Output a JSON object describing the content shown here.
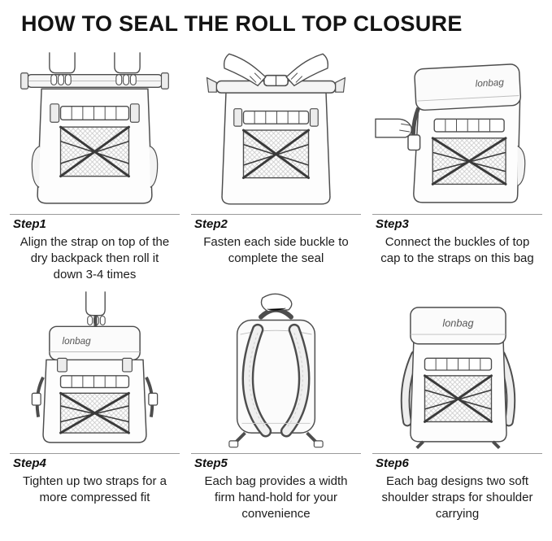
{
  "title": "HOW TO SEAL THE ROLL TOP CLOSURE",
  "brand_logo": "lonbag",
  "steps": [
    {
      "label": "Step1",
      "description": "Align the strap on top of the dry backpack then roll it down 3-4 times"
    },
    {
      "label": "Step2",
      "description": "Fasten each side buckle to complete the seal"
    },
    {
      "label": "Step3",
      "description": "Connect the buckles of top cap to the straps on this bag"
    },
    {
      "label": "Step4",
      "description": "Tighten up two straps for a more compressed fit"
    },
    {
      "label": "Step5",
      "description": "Each bag provides a width firm hand-hold for your convenience"
    },
    {
      "label": "Step6",
      "description": "Each bag designs two soft shoulder straps for shoulder carrying"
    }
  ]
}
